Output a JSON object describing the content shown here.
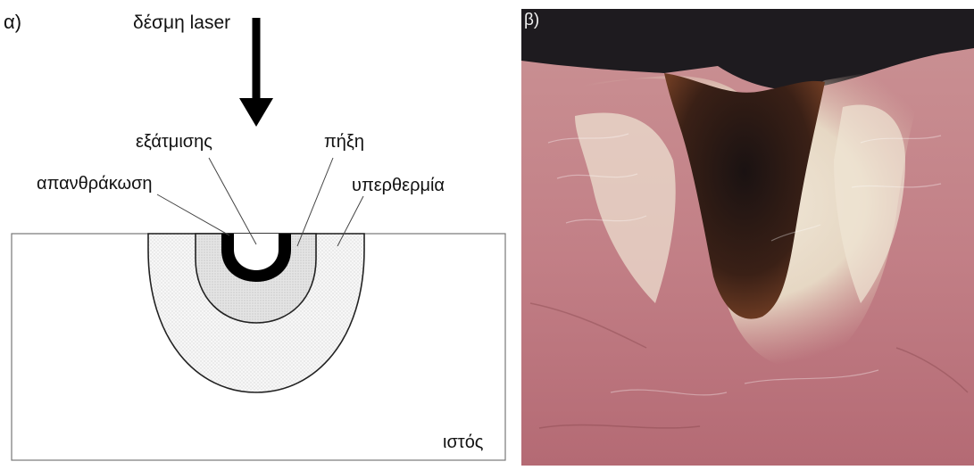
{
  "panel_a": {
    "tag": "α)",
    "labels": {
      "beam": "δέσμη laser",
      "vaporization": "εξάτμισης",
      "coagulation": "πήξη",
      "carbonization": "απανθράκωση",
      "hyperthermia": "υπερθερμία",
      "tissue": "ιστός"
    }
  },
  "panel_b": {
    "tag": "β)"
  }
}
